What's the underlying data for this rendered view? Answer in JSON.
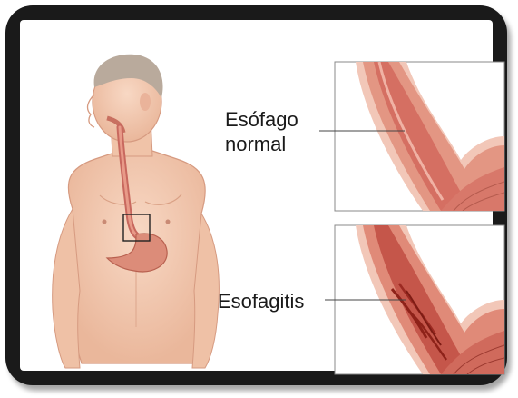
{
  "labels": {
    "normal_line1": "Esófago",
    "normal_line2": "normal",
    "esofagitis": "Esofagitis"
  },
  "colors": {
    "frame": "#1a1a1a",
    "skin": "#f3c9b0",
    "skin_shadow": "#e3a98c",
    "hair": "#b9aa9c",
    "esophagus_wall": "#e8a090",
    "esophagus_lumen": "#c8605a",
    "inflamed": "#9c2a22",
    "stomach": "#d98876"
  }
}
